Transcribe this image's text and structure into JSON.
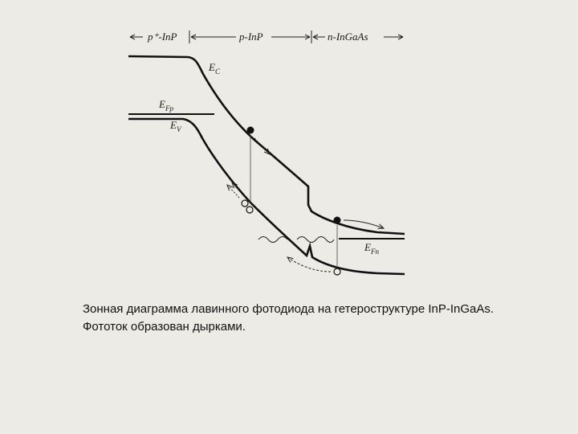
{
  "regions": {
    "p_plus_inp": "p⁺-InP",
    "p_inp": "p-InP",
    "n_ingaas": "n-InGaAs"
  },
  "levels": {
    "ec": "E",
    "ec_sub": "C",
    "efp": "E",
    "efp_sub": "Fp",
    "ev": "E",
    "ev_sub": "V",
    "efn": "E",
    "efn_sub": "Fn"
  },
  "caption": "Зонная диаграмма лавинного фотодиода на гетероструктуре InP-InGaAs. Фототок образован дырками."
}
